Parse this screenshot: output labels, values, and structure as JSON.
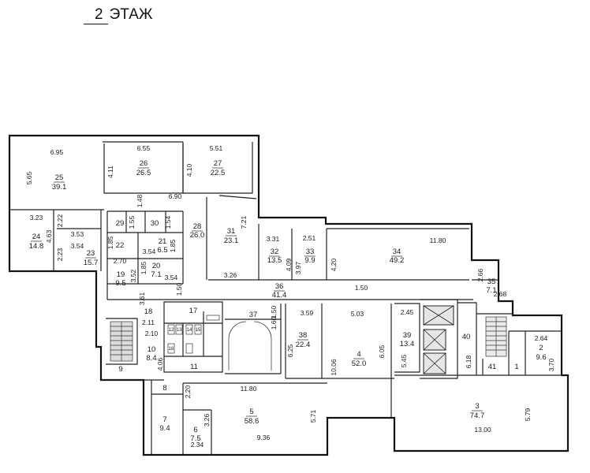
{
  "header": {
    "floor_number": "2",
    "floor_word": "ЭТАЖ"
  },
  "rooms": [
    {
      "id": "r25",
      "number": "25",
      "area": "39.1"
    },
    {
      "id": "r26",
      "number": "26",
      "area": "26.5"
    },
    {
      "id": "r27",
      "number": "27",
      "area": "22.5"
    },
    {
      "id": "r24",
      "number": "24",
      "area": "14.8"
    },
    {
      "id": "r23",
      "number": "23",
      "area": "15.7"
    },
    {
      "id": "r29",
      "number": "29",
      "area": ""
    },
    {
      "id": "r30",
      "number": "30",
      "area": ""
    },
    {
      "id": "r22",
      "number": "22",
      "area": ""
    },
    {
      "id": "r21",
      "number": "21",
      "area": "6.5"
    },
    {
      "id": "r20",
      "number": "20",
      "area": "7.1"
    },
    {
      "id": "r19",
      "number": "19",
      "area": "9.5"
    },
    {
      "id": "r28",
      "number": "28",
      "area": "26.0"
    },
    {
      "id": "r31",
      "number": "31",
      "area": "23.1"
    },
    {
      "id": "r32",
      "number": "32",
      "area": "13.5"
    },
    {
      "id": "r33",
      "number": "33",
      "area": "9.9"
    },
    {
      "id": "r34",
      "number": "34",
      "area": "49.2"
    },
    {
      "id": "r35",
      "number": "35",
      "area": "7.1"
    },
    {
      "id": "r36",
      "number": "36",
      "area": "41.4"
    },
    {
      "id": "r37",
      "number": "37",
      "area": ""
    },
    {
      "id": "r38",
      "number": "38",
      "area": "22.4"
    },
    {
      "id": "r4",
      "number": "4",
      "area": "52.0"
    },
    {
      "id": "r39",
      "number": "39",
      "area": "13.4"
    },
    {
      "id": "r40",
      "number": "40",
      "area": ""
    },
    {
      "id": "r41",
      "number": "41",
      "area": ""
    },
    {
      "id": "r1",
      "number": "1",
      "area": ""
    },
    {
      "id": "r2",
      "number": "2",
      "area": "9.6"
    },
    {
      "id": "r18",
      "number": "18",
      "area": ""
    },
    {
      "id": "r17",
      "number": "17",
      "area": ""
    },
    {
      "id": "r10",
      "number": "10",
      "area": "8.4"
    },
    {
      "id": "r11",
      "number": "11",
      "area": ""
    },
    {
      "id": "r9",
      "number": "9",
      "area": ""
    },
    {
      "id": "r8",
      "number": "8",
      "area": ""
    },
    {
      "id": "r7",
      "number": "7",
      "area": "9.4"
    },
    {
      "id": "r6",
      "number": "6",
      "area": "7.5"
    },
    {
      "id": "r5",
      "number": "5",
      "area": "58.6"
    },
    {
      "id": "r3",
      "number": "3",
      "area": "74.7"
    },
    {
      "id": "r12",
      "number": "12",
      "area": ""
    },
    {
      "id": "r13",
      "number": "13",
      "area": ""
    },
    {
      "id": "r14",
      "number": "14",
      "area": ""
    },
    {
      "id": "r15",
      "number": "15",
      "area": ""
    },
    {
      "id": "r16",
      "number": "16",
      "area": ""
    }
  ],
  "dimensions": [
    "6.95",
    "5.65",
    "6.55",
    "4.11",
    "5.51",
    "4.10",
    "1.48",
    "6.90",
    "7.21",
    "3.23",
    "2.22",
    "1.55",
    "1.54",
    "4.63",
    "3.53",
    "3.54",
    "2.23",
    "1.85",
    "1.85",
    "3.54",
    "2.70",
    "1.85",
    "3.54",
    "3.52",
    "3.31",
    "2.51",
    "11.80",
    "4.09",
    "3.97",
    "4.20",
    "3.26",
    "1.50",
    "1.50",
    "2.66",
    "2.68",
    "3.61",
    "1.50",
    "2.11",
    "2.10",
    "4.06",
    "1.60",
    "3.59",
    "5.03",
    "2.45",
    "6.25",
    "10.06",
    "6.05",
    "5.45",
    "6.18",
    "2.64",
    "3.70",
    "11.80",
    "2.20",
    "3.26",
    "5.71",
    "9.36",
    "2.34",
    "5.79",
    "13.00"
  ]
}
